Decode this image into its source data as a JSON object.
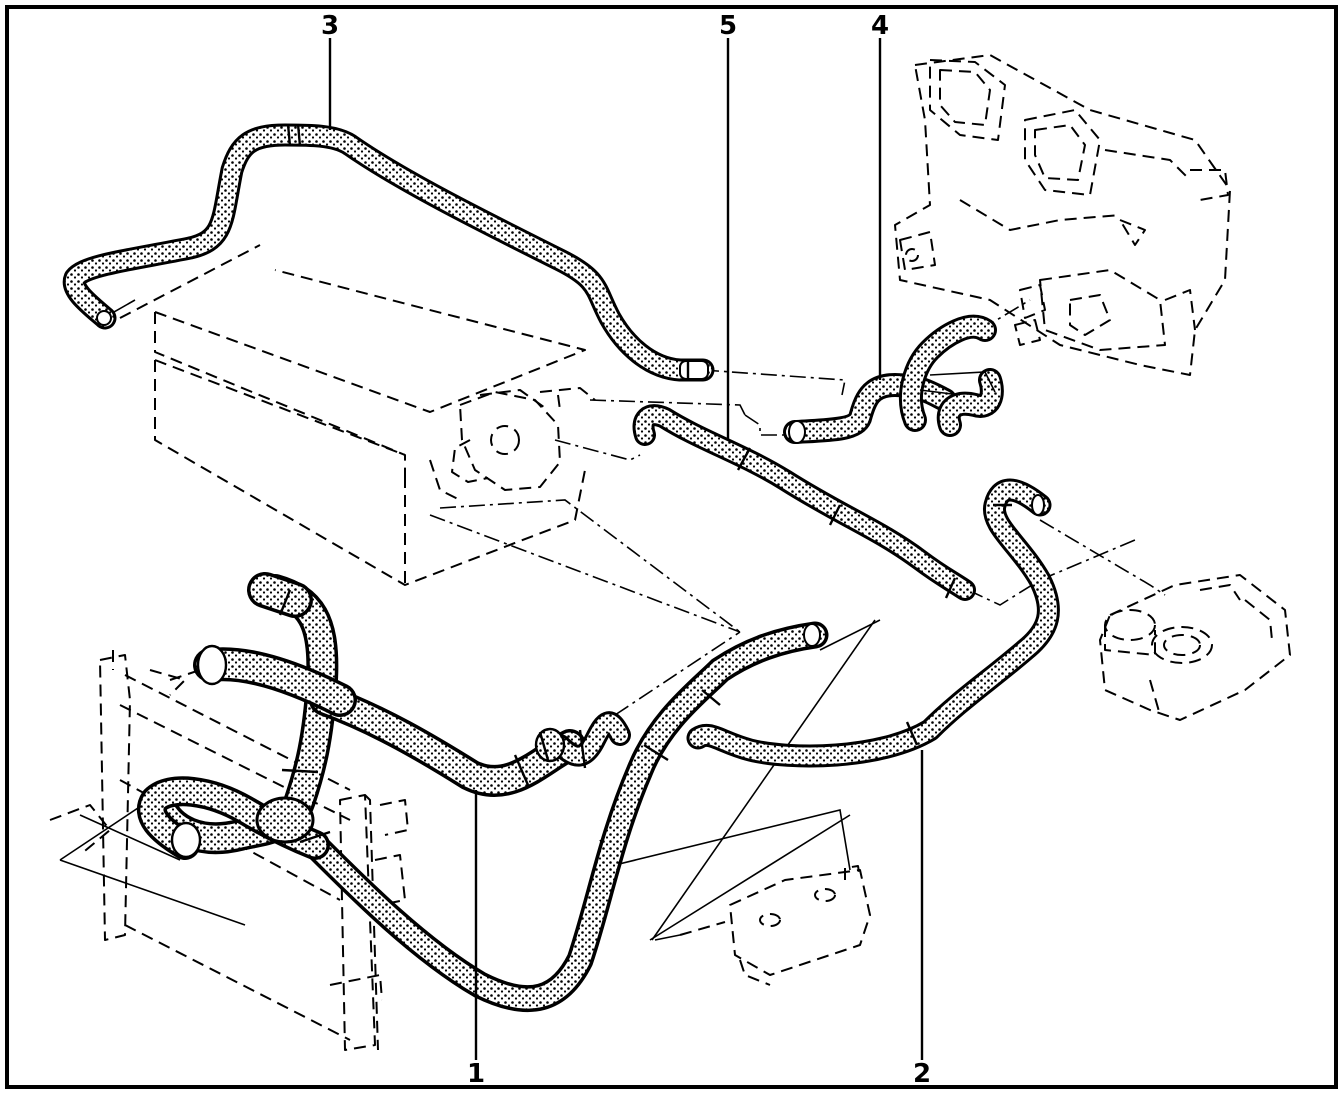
{
  "callouts": [
    {
      "id": "1",
      "label": "1"
    },
    {
      "id": "2",
      "label": "2"
    },
    {
      "id": "3",
      "label": "3"
    },
    {
      "id": "4",
      "label": "4"
    },
    {
      "id": "5",
      "label": "5"
    }
  ],
  "colors": {
    "line": "#000000",
    "hose_fill": "#9a9a9a",
    "background": "#ffffff"
  }
}
